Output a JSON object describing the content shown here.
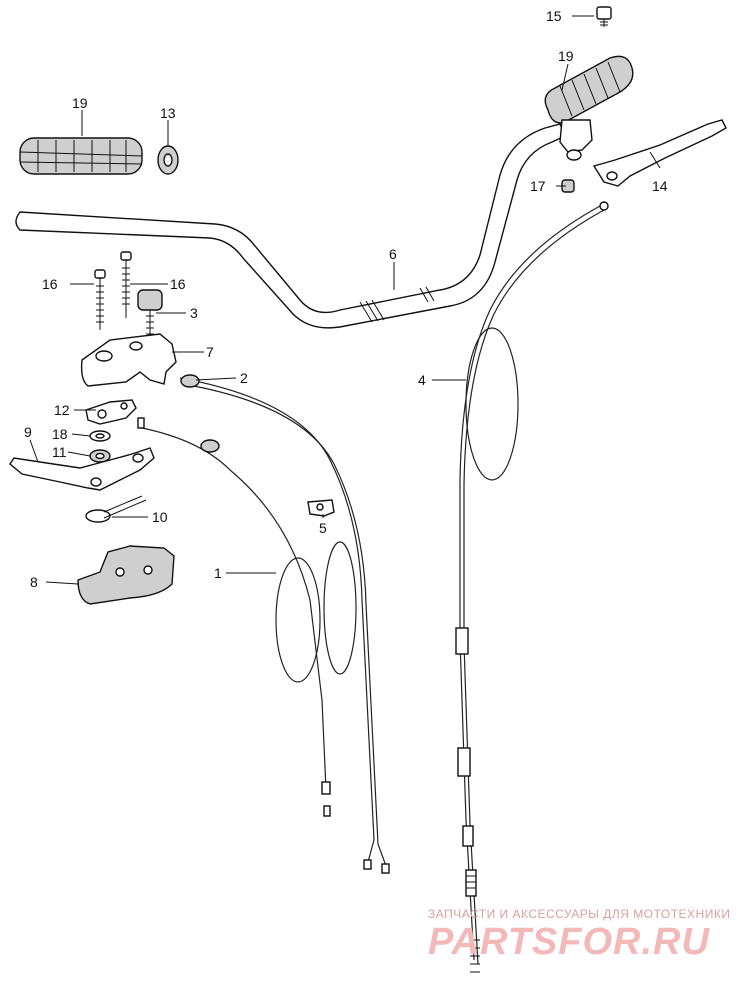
{
  "callouts": [
    {
      "id": "c15",
      "text": "15"
    },
    {
      "id": "c19a",
      "text": "19"
    },
    {
      "id": "c19b",
      "text": "19"
    },
    {
      "id": "c13",
      "text": "13"
    },
    {
      "id": "c17",
      "text": "17"
    },
    {
      "id": "c14",
      "text": "14"
    },
    {
      "id": "c6",
      "text": "6"
    },
    {
      "id": "c16a",
      "text": "16"
    },
    {
      "id": "c16b",
      "text": "16"
    },
    {
      "id": "c3",
      "text": "3"
    },
    {
      "id": "c7",
      "text": "7"
    },
    {
      "id": "c2",
      "text": "2"
    },
    {
      "id": "c4",
      "text": "4"
    },
    {
      "id": "c12",
      "text": "12"
    },
    {
      "id": "c9",
      "text": "9"
    },
    {
      "id": "c18",
      "text": "18"
    },
    {
      "id": "c11",
      "text": "11"
    },
    {
      "id": "c10",
      "text": "10"
    },
    {
      "id": "c5",
      "text": "5"
    },
    {
      "id": "c1",
      "text": "1"
    },
    {
      "id": "c8",
      "text": "8"
    }
  ],
  "watermark": {
    "tagline": "ЗАПЧАСТИ И АКСЕССУАРЫ ДЛЯ МОТОТЕХНИКИ",
    "brand": "PARTSFOR.RU"
  }
}
